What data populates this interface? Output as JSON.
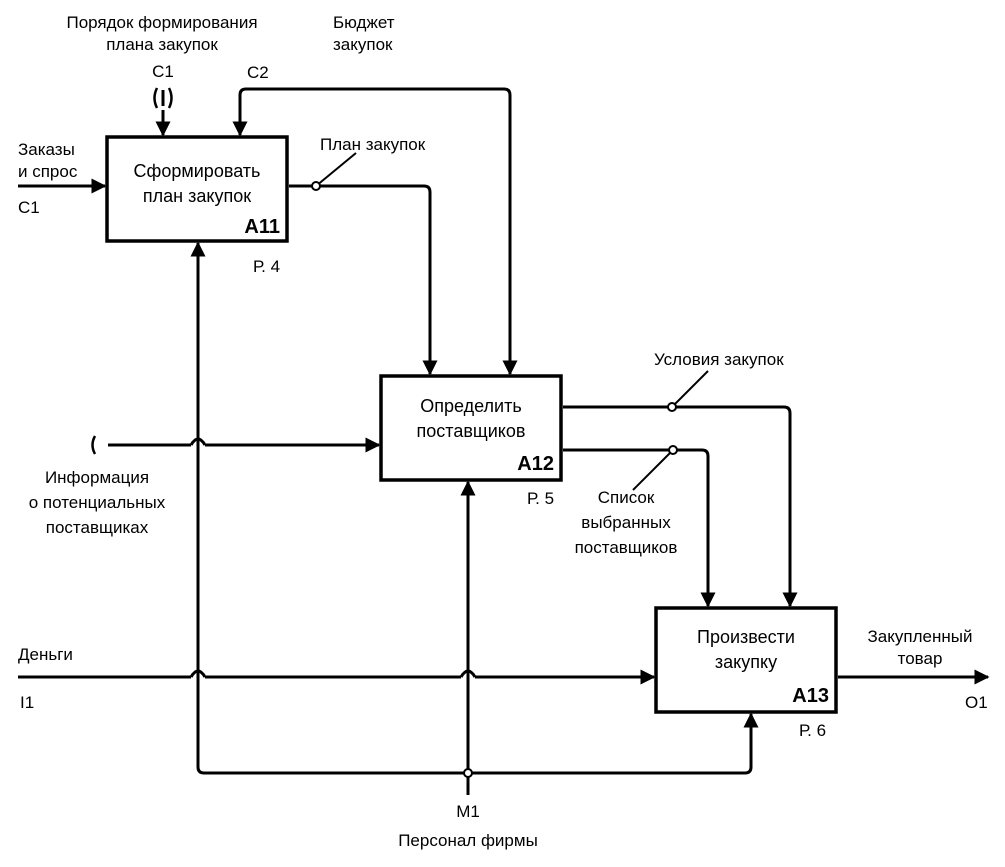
{
  "boxes": [
    {
      "id": "A11",
      "title_lines": [
        "Сформировать",
        "план закупок"
      ],
      "ref": "Р. 4"
    },
    {
      "id": "A12",
      "title_lines": [
        "Определить",
        "поставщиков"
      ],
      "ref": "Р. 5"
    },
    {
      "id": "A13",
      "title_lines": [
        "Произвести",
        "закупку"
      ],
      "ref": "Р. 6"
    }
  ],
  "controls": {
    "c1": {
      "code": "C1",
      "label_lines": [
        "Порядок формирования",
        "плана закупок"
      ]
    },
    "c2": {
      "code": "C2",
      "label_lines": [
        "Бюджет",
        "закупок"
      ]
    }
  },
  "inputs": {
    "orders": {
      "code": "C1",
      "label_lines": [
        "Заказы",
        "и спрос"
      ]
    },
    "money": {
      "code": "I1",
      "label": "Деньги"
    },
    "suppliers_info": {
      "label_lines": [
        "Информация",
        "о потенциальных",
        "поставщиках"
      ]
    }
  },
  "internal_flows": {
    "plan": {
      "label": "План закупок"
    },
    "conditions": {
      "label": "Условия закупок"
    },
    "supplier_list": {
      "label_lines": [
        "Список",
        "выбранных",
        "поставщиков"
      ]
    }
  },
  "outputs": {
    "o1": {
      "code": "O1",
      "label_lines": [
        "Закупленный",
        "товар"
      ]
    }
  },
  "mechanisms": {
    "m1": {
      "code": "M1",
      "label": "Персонал фирмы"
    }
  }
}
